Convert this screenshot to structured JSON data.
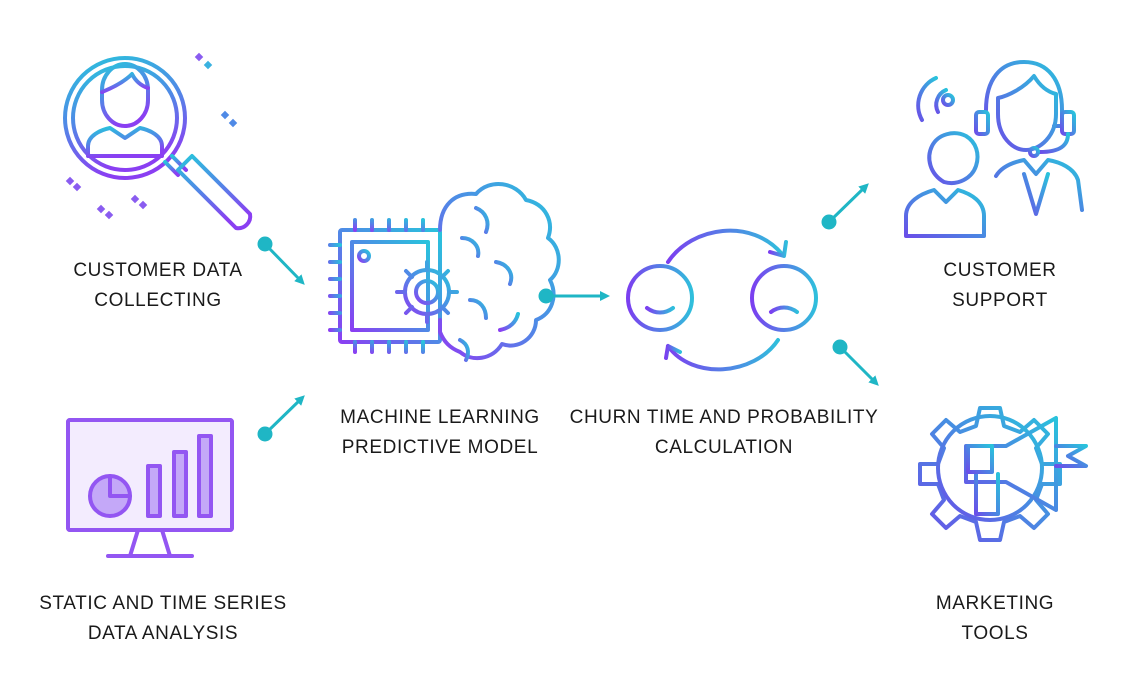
{
  "nodes": {
    "customer_data": {
      "line1": "CUSTOMER DATA",
      "line2": "COLLECTING",
      "icon": "customer-search-icon"
    },
    "static_analysis": {
      "line1": "STATIC AND TIME SERIES",
      "line2": "DATA ANALYSIS",
      "icon": "monitor-chart-icon"
    },
    "ml_model": {
      "line1": "MACHINE LEARNING",
      "line2": "PREDICTIVE MODEL",
      "icon": "brain-chip-icon"
    },
    "churn_calc": {
      "line1": "CHURN TIME AND PROBABILITY",
      "line2": "CALCULATION",
      "icon": "mood-cycle-icon"
    },
    "customer_support": {
      "line1": "CUSTOMER",
      "line2": "SUPPORT",
      "icon": "support-agents-icon"
    },
    "marketing_tools": {
      "line1": "MARKETING",
      "line2": "TOOLS",
      "icon": "megaphone-gear-icon"
    }
  },
  "colors": {
    "gradient_start": "#29c3dc",
    "gradient_mid": "#4f8ae6",
    "gradient_end": "#8a3ff2",
    "arrow": "#1fb6c5",
    "text": "#1a1a1a"
  }
}
